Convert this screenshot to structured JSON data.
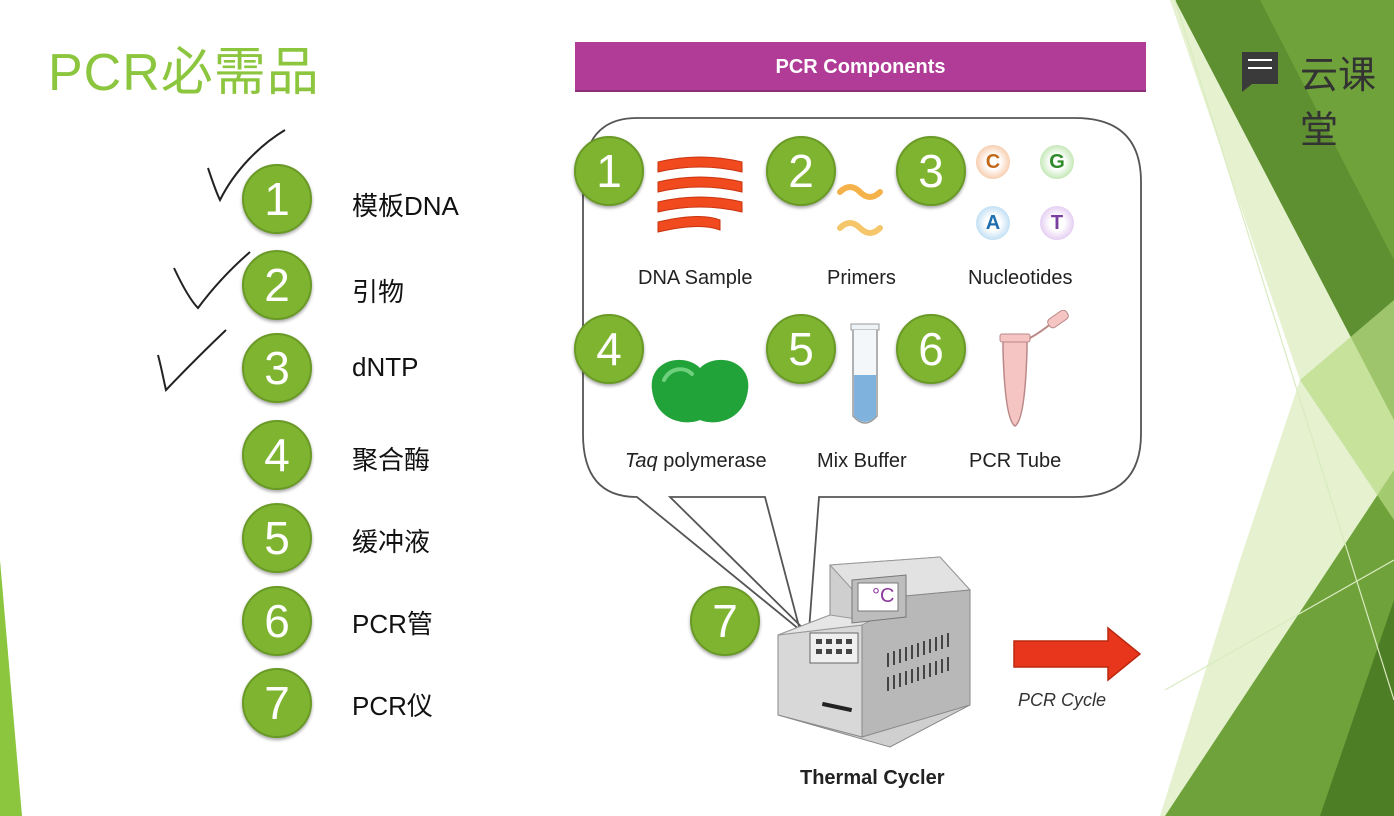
{
  "slide": {
    "title": "PCR必需品",
    "items": [
      {
        "number": "1",
        "label": "模板DNA",
        "checked": true
      },
      {
        "number": "2",
        "label": "引物",
        "checked": true
      },
      {
        "number": "3",
        "label": "dNTP",
        "checked": true
      },
      {
        "number": "4",
        "label": "聚合酶",
        "checked": false
      },
      {
        "number": "5",
        "label": "缓冲液",
        "checked": false
      },
      {
        "number": "6",
        "label": "PCR管",
        "checked": false
      },
      {
        "number": "7",
        "label": "PCR仪",
        "checked": false
      }
    ]
  },
  "figure": {
    "banner": "PCR Components",
    "components": [
      {
        "number": "1",
        "label": "DNA Sample"
      },
      {
        "number": "2",
        "label": "Primers"
      },
      {
        "number": "3",
        "label": "Nucleotides"
      },
      {
        "number": "4",
        "label_italic": "Taq",
        "label_rest": " polymerase"
      },
      {
        "number": "5",
        "label": "Mix Buffer"
      },
      {
        "number": "6",
        "label": "PCR Tube"
      }
    ],
    "nucleotides": [
      "C",
      "G",
      "A",
      "T"
    ],
    "thermometer_text": "°C",
    "cycler_number": "7",
    "cycler_label": "Thermal Cycler",
    "arrow_label": "PCR Cycle"
  },
  "branding": {
    "logo_text": "云课堂"
  },
  "colors": {
    "accent_green": "#8cc63f",
    "badge_green": "#7fb431",
    "banner_magenta": "#b03c97",
    "arrow_red": "#e8361c"
  }
}
